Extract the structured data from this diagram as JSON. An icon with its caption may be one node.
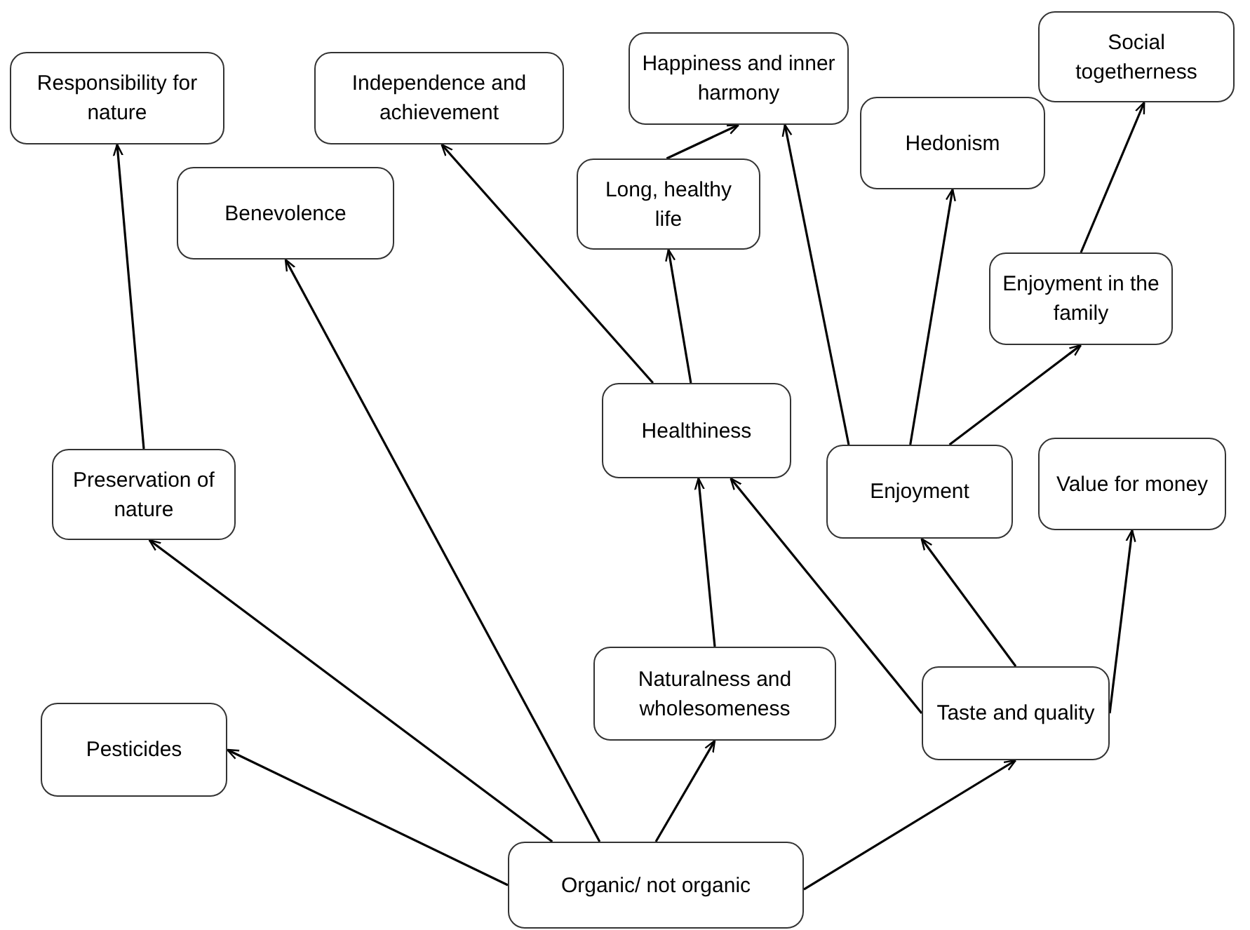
{
  "diagram": {
    "nodes": [
      {
        "text": [
          "Responsibility for nature"
        ]
      },
      {
        "text": [
          "Independence and achievement"
        ]
      },
      {
        "text": [
          "Happiness and inner harmony"
        ]
      },
      {
        "text": [
          "Social togetherness"
        ]
      },
      {
        "text": [
          "Benevolence"
        ]
      },
      {
        "text": [
          "Long, healthy life"
        ]
      },
      {
        "text": [
          "Hedonism"
        ]
      },
      {
        "text": [
          "Enjoyment in the family"
        ]
      },
      {
        "text": [
          "Preservation of nature"
        ]
      },
      {
        "text": [
          "Healthiness"
        ]
      },
      {
        "text": [
          "Enjoyment"
        ]
      },
      {
        "text": [
          "Value for money"
        ]
      },
      {
        "text": [
          "Naturalness and wholesomeness"
        ]
      },
      {
        "text": [
          "Taste and quality"
        ]
      },
      {
        "text": [
          "Pesticides"
        ]
      },
      {
        "text": [
          "Organic/ not organic"
        ]
      }
    ],
    "edges": [
      {
        "from": 15,
        "to": 14,
        "arrow": "to"
      },
      {
        "from": 15,
        "to": 8,
        "arrow": "to"
      },
      {
        "from": 15,
        "to": 4,
        "arrow": "to"
      },
      {
        "from": 15,
        "to": 12,
        "arrow": "to"
      },
      {
        "from": 15,
        "to": 13,
        "arrow": "to"
      },
      {
        "from": 8,
        "to": 0,
        "arrow": "to"
      },
      {
        "from": 9,
        "to": 1,
        "arrow": "to"
      },
      {
        "from": 9,
        "to": 5,
        "arrow": "to"
      },
      {
        "from": 5,
        "to": 2,
        "arrow": "to"
      },
      {
        "from": 12,
        "to": 9,
        "arrow": "to"
      },
      {
        "from": 13,
        "to": 9,
        "arrow": "to"
      },
      {
        "from": 13,
        "to": 10,
        "arrow": "to"
      },
      {
        "from": 13,
        "to": 11,
        "arrow": "to"
      },
      {
        "from": 10,
        "to": 2,
        "arrow": "to"
      },
      {
        "from": 10,
        "to": 6,
        "arrow": "to"
      },
      {
        "from": 10,
        "to": 7,
        "arrow": "to"
      },
      {
        "from": 7,
        "to": 3,
        "arrow": "to"
      }
    ]
  }
}
